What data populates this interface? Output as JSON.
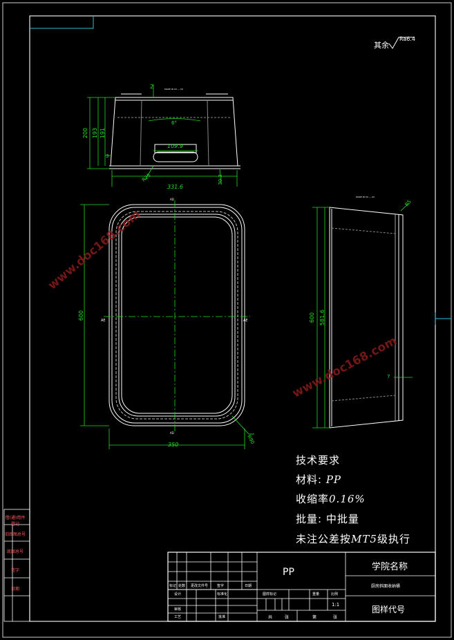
{
  "roughness": {
    "prefix": "其余",
    "value": "Ra6.4"
  },
  "front_view": {
    "dims": {
      "w": "331.6",
      "h1": "200",
      "h2": "193",
      "h3": "191",
      "top": "2",
      "slot": "109.9",
      "r": "R25",
      "d": "30.3",
      "angle": "6°",
      "base": "3"
    },
    "tiny_note": "MADE IN XX — XX"
  },
  "top_view": {
    "dims": {
      "w": "350",
      "h": "600",
      "r": "R90"
    },
    "section_marks": [
      "AD",
      "AD",
      "AE",
      "AE"
    ]
  },
  "side_view": {
    "dims": {
      "h1": "600",
      "h2": "581.6",
      "r": "R5",
      "t": "7"
    },
    "tiny_note": "MADE IN XX — XX"
  },
  "watermark": "www.doc168.com",
  "tech_requirements": {
    "title": "技术要求",
    "material_label": "材料:",
    "material_value": "PP",
    "shrink_label": "收缩率",
    "shrink_value": "0.16%",
    "batch": "批量: 中批量",
    "tolerance_prefix": "未注公差按",
    "tolerance_grade": "MT5",
    "tolerance_suffix": "级执行"
  },
  "title_block": {
    "material": "PP",
    "school": "学院名称",
    "part_name": "厨房斜面收纳桶",
    "drawing_code": "图样代号",
    "scale": "1:1",
    "cols": [
      "标记",
      "处数",
      "更改文件号",
      "签字",
      "日期"
    ],
    "rows": [
      "设计",
      "审核",
      "工艺"
    ],
    "row2_labels": [
      "标准化",
      "批准"
    ],
    "stage_headers": [
      "图样标记",
      "重量",
      "比例"
    ],
    "sheet_labels": [
      "共",
      "张",
      "第",
      "张"
    ]
  },
  "side_strip": [
    "借(通)用件登记",
    "旧底图总号",
    "底图总号",
    "签字",
    "日期"
  ]
}
